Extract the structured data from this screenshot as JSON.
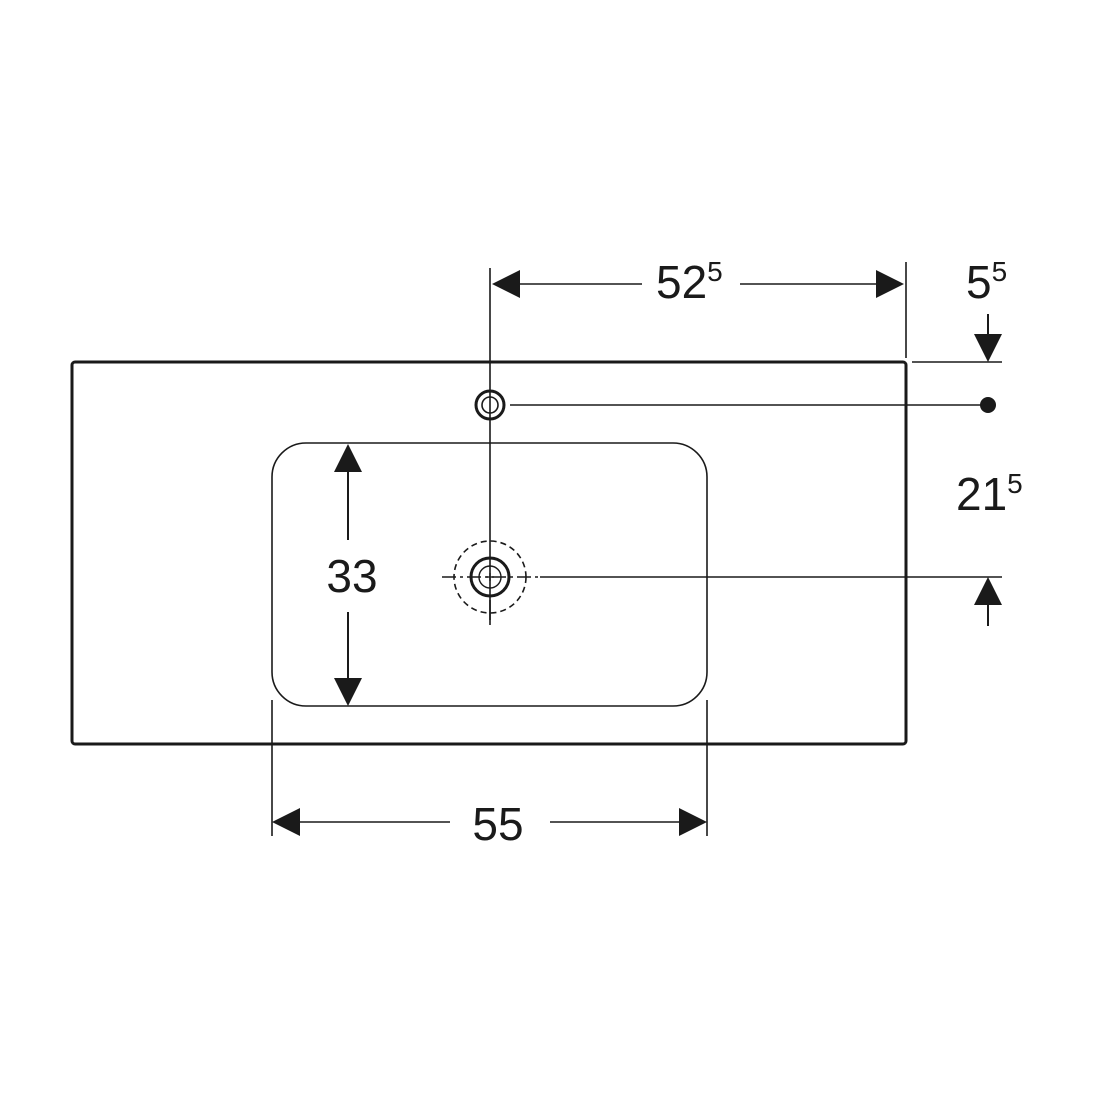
{
  "dimensions": {
    "tap_to_edge": {
      "main": "52",
      "sup": "5"
    },
    "tap_from_back": {
      "main": "5",
      "sup": "5"
    },
    "tap_to_drain": {
      "main": "21",
      "sup": "5"
    },
    "bowl_depth": {
      "main": "33"
    },
    "bowl_width": {
      "main": "55"
    }
  },
  "colors": {
    "line": "#1a1a1a",
    "background": "#ffffff"
  }
}
